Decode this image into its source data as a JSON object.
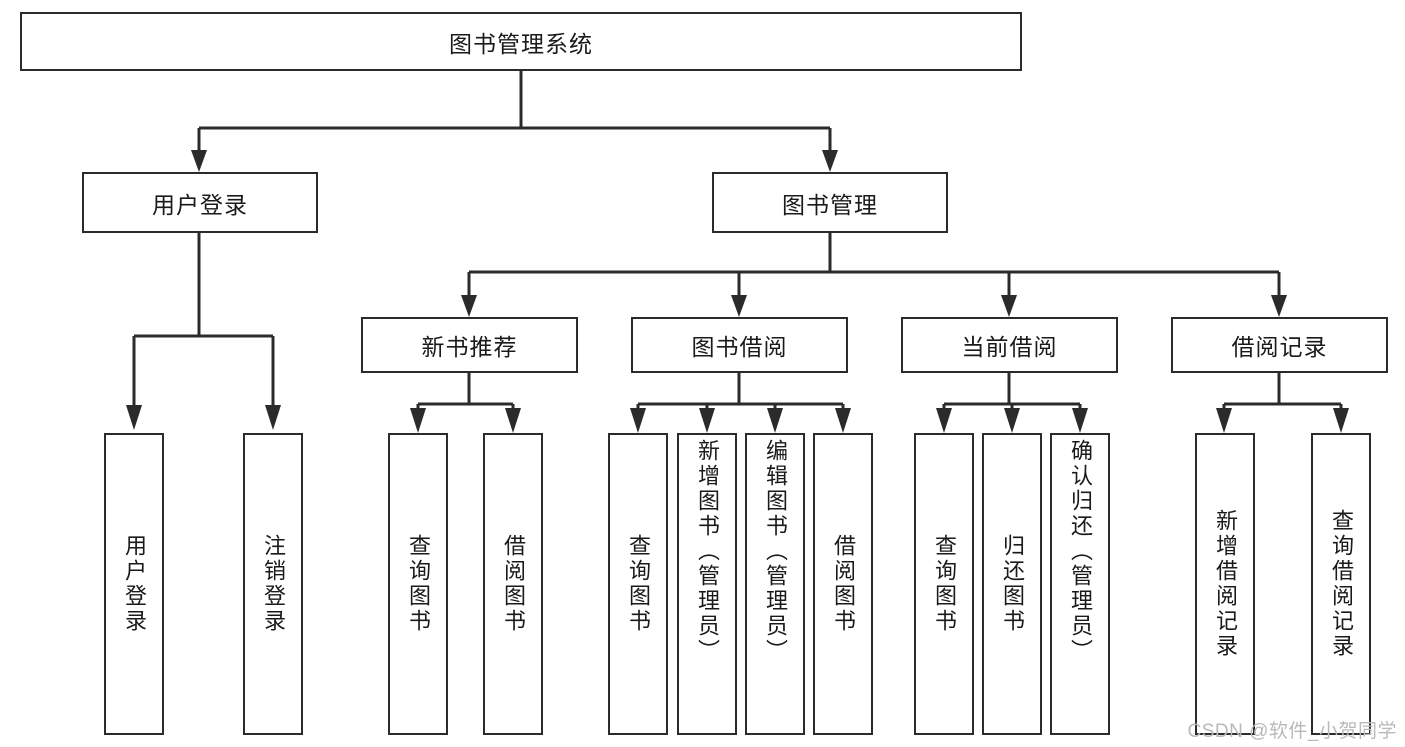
{
  "diagram": {
    "type": "tree-hierarchy-diagram",
    "title": "图书管理系统",
    "colors": {
      "stroke": "#2b2b2b",
      "fill": "#ffffff",
      "text": "#1a1a1a",
      "watermark": "#b9b9b9"
    },
    "root": {
      "label": "图书管理系统"
    },
    "level2": [
      {
        "label": "用户登录"
      },
      {
        "label": "图书管理"
      }
    ],
    "level3": [
      {
        "label": "新书推荐"
      },
      {
        "label": "图书借阅"
      },
      {
        "label": "当前借阅"
      },
      {
        "label": "借阅记录"
      }
    ],
    "leaves": {
      "user_login": [
        {
          "label": "用户登录"
        },
        {
          "label": "注销登录"
        }
      ],
      "new_book_recommend": [
        {
          "label": "查询图书"
        },
        {
          "label": "借阅图书"
        }
      ],
      "book_borrow": [
        {
          "label": "查询图书"
        },
        {
          "label": "新增图书（管理员）"
        },
        {
          "label": "编辑图书（管理员）"
        },
        {
          "label": "借阅图书"
        }
      ],
      "current_borrow": [
        {
          "label": "查询图书"
        },
        {
          "label": "归还图书"
        },
        {
          "label": "确认归还（管理员）"
        }
      ],
      "borrow_records": [
        {
          "label": "新增借阅记录"
        },
        {
          "label": "查询借阅记录"
        }
      ]
    },
    "watermark": "CSDN @软件_小贺同学"
  }
}
